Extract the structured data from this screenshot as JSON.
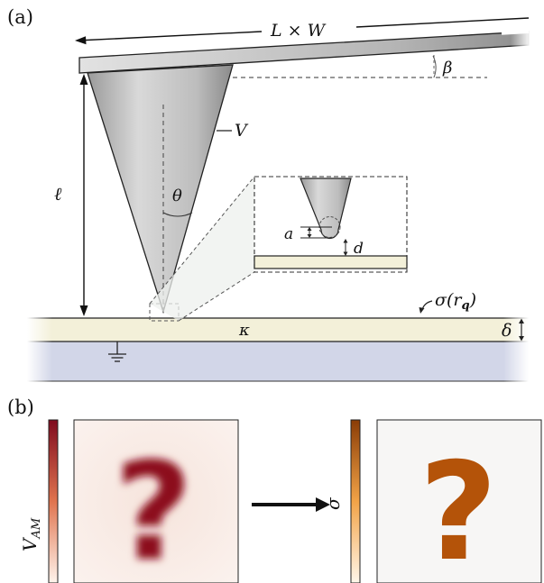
{
  "panel_a": {
    "label": "(a)",
    "labels": {
      "cantilever_size": "L × W",
      "angle_beta": "β",
      "voltage": "V",
      "tip_length": "ℓ",
      "half_angle": "θ",
      "tip_radius": "a",
      "distance": "d",
      "charge_density": "σ(r",
      "charge_density_sub": "q",
      "charge_density_close": ")",
      "permittivity": "κ",
      "thickness": "δ"
    },
    "colors": {
      "sample_layer": "#f3f0d9",
      "substrate": "#d2d6e8",
      "tip_dark": "#7a7a7a",
      "tip_light": "#d6d6d6"
    }
  },
  "panel_b": {
    "label": "(b)",
    "left_colorbar_label": "V",
    "left_colorbar_sub": "AM",
    "right_colorbar_label": "σ",
    "left_map_glyph": "?",
    "right_map_glyph": "?",
    "colors": {
      "vam_high": "#8c0a1e",
      "vam_low": "#fbefe8",
      "sigma_high": "#b45309",
      "sigma_low": "#fdf3e6"
    }
  }
}
